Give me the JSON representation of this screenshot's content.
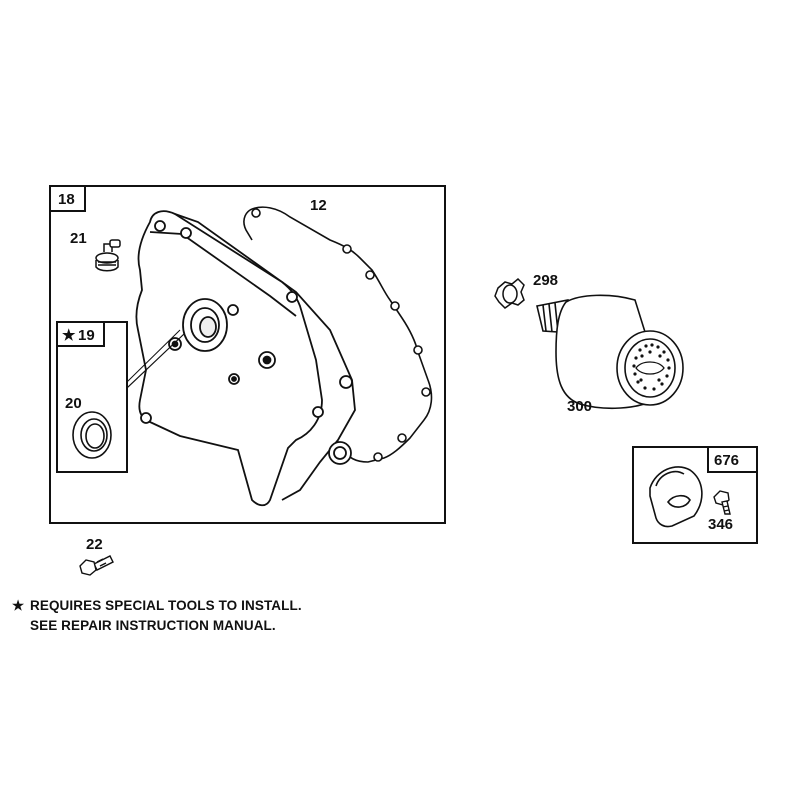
{
  "callouts": {
    "main_kit": "18",
    "gasket": "12",
    "plug": "21",
    "seal_kit": "19",
    "seal": "20",
    "screw": "22",
    "nut": "298",
    "muffler": "300",
    "guard_kit": "676",
    "guard_screw": "346"
  },
  "star_symbol": "★",
  "note": {
    "line1": "REQUIRES SPECIAL TOOLS TO INSTALL.",
    "line2": "SEE REPAIR INSTRUCTION MANUAL."
  },
  "colors": {
    "ink": "#111111",
    "paper": "#ffffff"
  }
}
